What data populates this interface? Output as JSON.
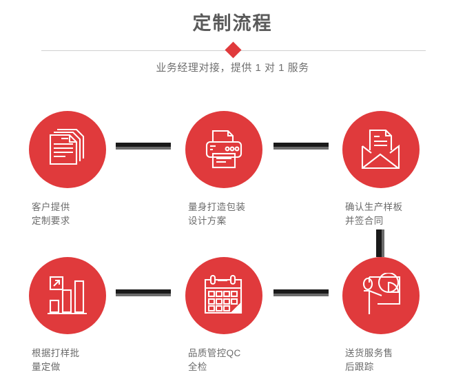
{
  "header": {
    "title": "定制流程",
    "subtitle": "业务经理对接，提供 1 对 1 服务",
    "divider_icon": "diamond-marker"
  },
  "colors": {
    "accent_red": "#e03a3c",
    "title_gray": "#5a5a5a",
    "label_gray": "#6b6b6b",
    "connector_black": "#1a1a1a",
    "connector_shadow": "#6b6b6b",
    "divider_line": "#cfcfcf",
    "background": "#ffffff"
  },
  "steps": [
    {
      "index": "1",
      "label": "客户提供\n定制要求",
      "icon": "documents-stack-icon"
    },
    {
      "index": "2",
      "label": "量身打造包装\n设计方案",
      "icon": "printer-icon"
    },
    {
      "index": "3",
      "label": "确认生产样板\n并签合同",
      "icon": "envelope-letter-icon"
    },
    {
      "index": "4",
      "label": "根据打样批\n量定做",
      "icon": "bar-chart-growth-icon"
    },
    {
      "index": "5",
      "label": "品质管控QC\n全检",
      "icon": "calendar-check-icon"
    },
    {
      "index": "6",
      "label": "送货服务售\n后跟踪",
      "icon": "presenter-piechart-icon"
    }
  ],
  "connectors": [
    {
      "name": "connector-1-2",
      "orientation": "horizontal"
    },
    {
      "name": "connector-2-3",
      "orientation": "horizontal"
    },
    {
      "name": "connector-3-6",
      "orientation": "vertical"
    },
    {
      "name": "connector-4-5",
      "orientation": "horizontal"
    },
    {
      "name": "connector-5-6",
      "orientation": "horizontal"
    }
  ]
}
